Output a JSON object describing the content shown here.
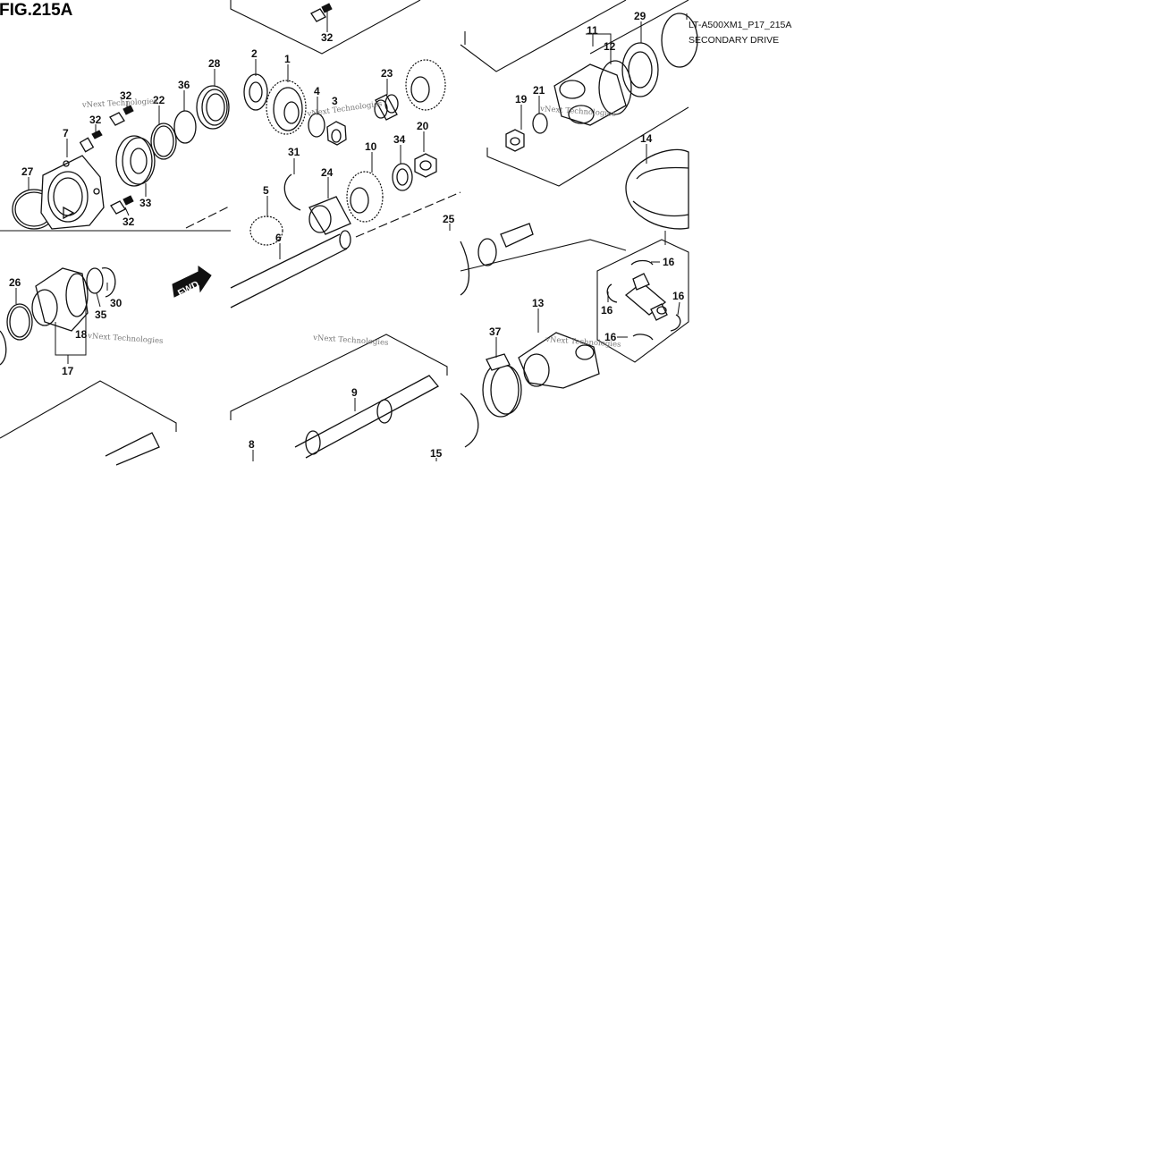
{
  "figure": {
    "title": "FIG.215A",
    "code": "LT-A500XM1_P17_215A",
    "name": "SECONDARY DRIVE",
    "fwd_label": "FWD",
    "watermark": "vNext Technologies"
  },
  "callouts": [
    {
      "id": "c32a",
      "label": "32"
    },
    {
      "id": "c32b",
      "label": "32"
    },
    {
      "id": "c32c",
      "label": "32"
    },
    {
      "id": "c32d",
      "label": "32"
    },
    {
      "id": "c2",
      "label": "2"
    },
    {
      "id": "c1",
      "label": "1"
    },
    {
      "id": "c4",
      "label": "4"
    },
    {
      "id": "c3",
      "label": "3"
    },
    {
      "id": "c23",
      "label": "23"
    },
    {
      "id": "c28",
      "label": "28"
    },
    {
      "id": "c36",
      "label": "36"
    },
    {
      "id": "c22",
      "label": "22"
    },
    {
      "id": "c7",
      "label": "7"
    },
    {
      "id": "c27",
      "label": "27"
    },
    {
      "id": "c33",
      "label": "33"
    },
    {
      "id": "c31",
      "label": "31"
    },
    {
      "id": "c24",
      "label": "24"
    },
    {
      "id": "c10",
      "label": "10"
    },
    {
      "id": "c34",
      "label": "34"
    },
    {
      "id": "c20",
      "label": "20"
    },
    {
      "id": "c5",
      "label": "5"
    },
    {
      "id": "c6",
      "label": "6"
    },
    {
      "id": "c25",
      "label": "25"
    },
    {
      "id": "c26",
      "label": "26"
    },
    {
      "id": "c30",
      "label": "30"
    },
    {
      "id": "c35",
      "label": "35"
    },
    {
      "id": "c18",
      "label": "18"
    },
    {
      "id": "c17",
      "label": "17"
    },
    {
      "id": "c9",
      "label": "9"
    },
    {
      "id": "c8",
      "label": "8"
    },
    {
      "id": "c15",
      "label": "15"
    },
    {
      "id": "c11",
      "label": "11"
    },
    {
      "id": "c12",
      "label": "12"
    },
    {
      "id": "c29",
      "label": "29"
    },
    {
      "id": "c19",
      "label": "19"
    },
    {
      "id": "c21",
      "label": "21"
    },
    {
      "id": "c14",
      "label": "14"
    },
    {
      "id": "c16a",
      "label": "16"
    },
    {
      "id": "c16b",
      "label": "16"
    },
    {
      "id": "c16c",
      "label": "16"
    },
    {
      "id": "c16d",
      "label": "16"
    },
    {
      "id": "c13",
      "label": "13"
    },
    {
      "id": "c37",
      "label": "37"
    }
  ]
}
